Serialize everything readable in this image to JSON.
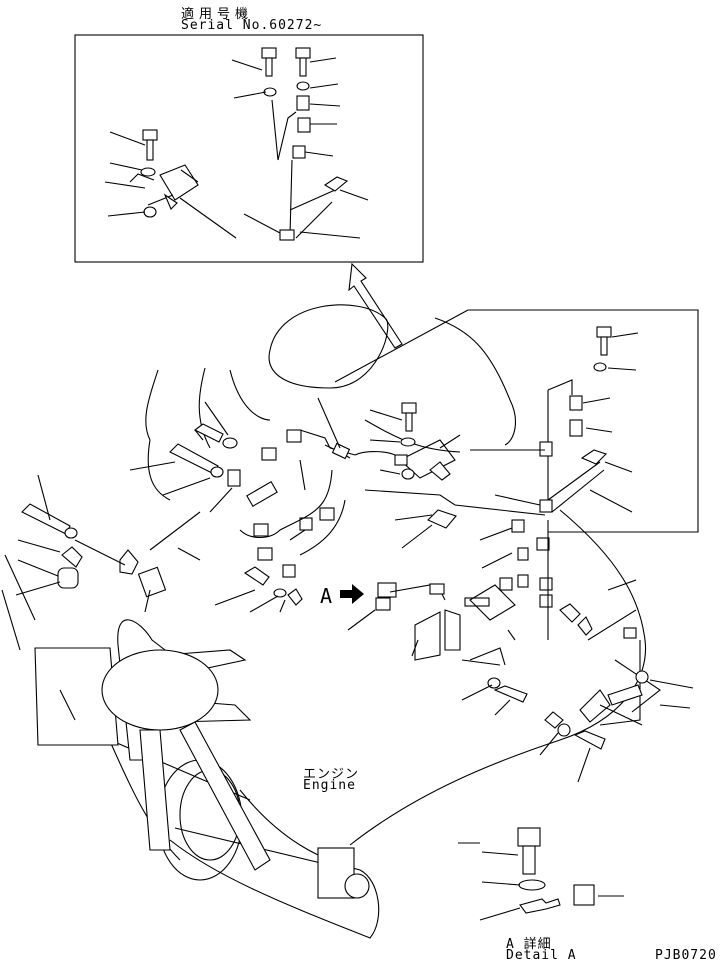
{
  "labels": {
    "applicable_units_jp": "適用号機",
    "serial_number": "Serial No.60272~",
    "engine_jp": "エンジン",
    "engine_en": "Engine",
    "detail_marker": "A",
    "detail_jp": "A 詳細",
    "detail_en": "Detail A",
    "drawing_number": "PJB0720"
  },
  "colors": {
    "line": "#000000",
    "background": "#ffffff"
  },
  "icons": [
    "arrow-right-icon",
    "arrow-pointer-icon"
  ]
}
